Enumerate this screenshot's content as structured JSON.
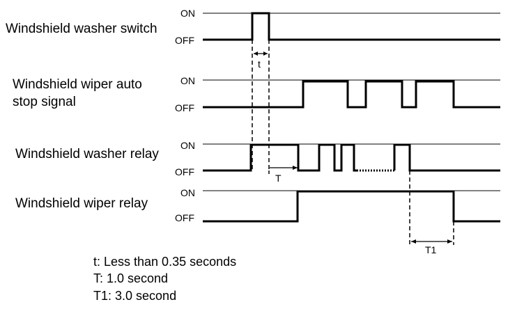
{
  "signals": [
    {
      "label_lines": [
        "Windshield washer switch"
      ],
      "on": "ON",
      "off": "OFF"
    },
    {
      "label_lines": [
        "Windshield wiper auto",
        "stop signal"
      ],
      "on": "ON",
      "off": "OFF"
    },
    {
      "label_lines": [
        "Windshield washer relay"
      ],
      "on": "ON",
      "off": "OFF"
    },
    {
      "label_lines": [
        "Windshield wiper relay"
      ],
      "on": "ON",
      "off": "OFF"
    }
  ],
  "markers": {
    "t": "t",
    "T": "T",
    "T1": "T1"
  },
  "notes": [
    "t: Less than 0.35 seconds",
    "T: 1.0 second",
    "T1: 3.0 second"
  ]
}
